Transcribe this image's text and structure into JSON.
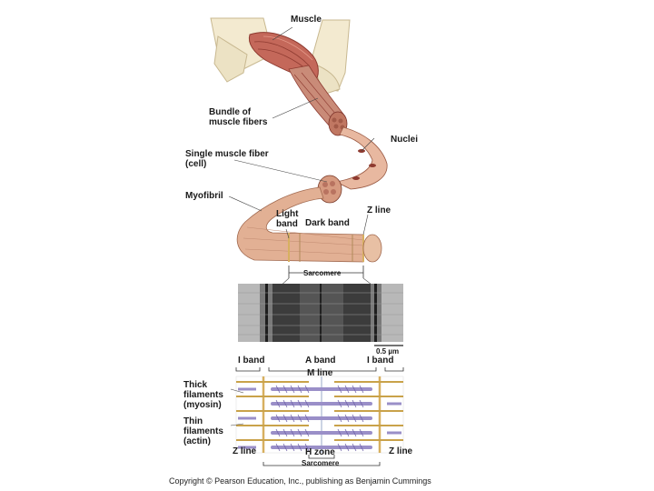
{
  "figure": {
    "labels": {
      "muscle": "Muscle",
      "bundle": "Bundle of\nmuscle fibers",
      "fiber": "Single muscle fiber\n(cell)",
      "nuclei": "Nuclei",
      "myofibril": "Myofibril",
      "light_band": "Light\nband",
      "dark_band": "Dark band",
      "z_line_top": "Z line",
      "sarcomere_top": "Sarcomere",
      "scale": "0.5 µm",
      "i_band_left": "I band",
      "a_band": "A band",
      "i_band_right": "I band",
      "m_line": "M line",
      "thick": "Thick\nfilaments\n(myosin)",
      "thin": "Thin\nfilaments\n(actin)",
      "z_line_left": "Z line",
      "h_zone": "H zone",
      "z_line_right": "Z line",
      "sarcomere_bottom": "Sarcomere"
    },
    "colors": {
      "muscle": "#c4685a",
      "muscle_dark": "#8e3a30",
      "bone": "#f3ead0",
      "fiber": "#e8b8a0",
      "myofibril": "#e2b094",
      "thick_filament": "#9a8fc8",
      "thin_filament": "#c9a24a",
      "z_line": "#d7b060"
    }
  },
  "copyright": "Copyright © Pearson Education, Inc., publishing as Benjamin Cummings"
}
